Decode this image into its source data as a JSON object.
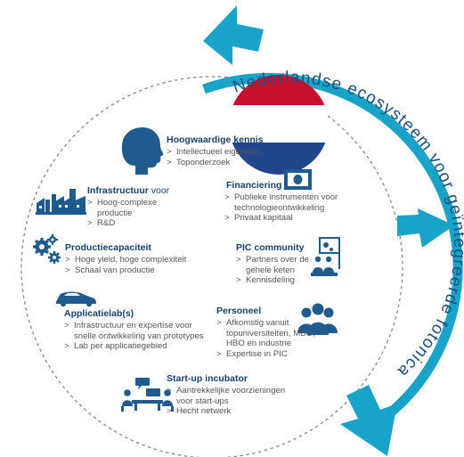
{
  "ecosystem_title": "Nederlandse ecosysteem voor geïntegreerde fotonica",
  "colors": {
    "accent_arrow": "#1aa3c9",
    "dark_blue": "#17406d",
    "icon_blue": "#1f5b8f",
    "flag_red": "#c8102e",
    "flag_blue": "#21468b"
  },
  "blocks": {
    "kennis": {
      "title": "Hoogwaardige kennis",
      "icon": "head-icon",
      "items": [
        "Intellectueel eigendom",
        "Toponderzoek"
      ]
    },
    "infra": {
      "title_bold": "Infrastructuur",
      "title_light": " voor",
      "icon": "factory-icon",
      "items": [
        "Hoog-complexe productie",
        "R&D"
      ]
    },
    "financiering": {
      "title": "Financiering",
      "icon": "banknote-icon",
      "items": [
        "Publieke instrumenten voor technologieontwikkeling",
        "Privaat kapitaal"
      ]
    },
    "productie": {
      "title": "Productiecapaciteit",
      "icon": "gears-icon",
      "items": [
        "Hoge yield, hoge complexiteit",
        "Schaal van productie"
      ]
    },
    "pic": {
      "title": "PIC community",
      "icon": "presentation-icon",
      "items": [
        "Partners over de gehele keten",
        "Kennisdeling"
      ]
    },
    "applicatie": {
      "title": "Applicatielab(s)",
      "icon": "car-icon",
      "items": [
        "Infrastructuur en expertise voor snelle ontwikkeling van prototypes",
        "Lab per applicatiegebied"
      ]
    },
    "personeel": {
      "title": "Personeel",
      "icon": "people-icon",
      "items": [
        "Afkomstig vanuit topuniversiteiten, MBO, HBO en industrie",
        "Expertise in PIC"
      ]
    },
    "startup": {
      "title": "Start-up incubator",
      "icon": "meeting-icon",
      "items": [
        "Aantrekkelijke voorzieningen voor start-ups",
        "Hecht netwerk"
      ]
    }
  }
}
